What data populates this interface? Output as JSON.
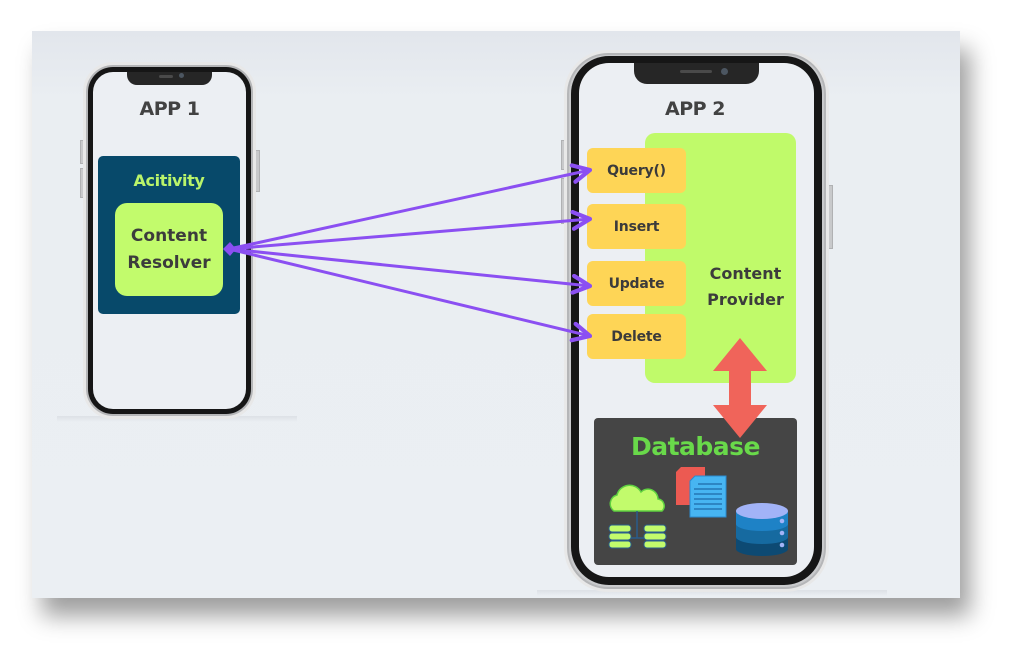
{
  "diagram": {
    "title": "Content Provider communication between two apps",
    "colors": {
      "background": "#ebeff3",
      "activity": "#07496a",
      "activity_label": "#b9f46a",
      "resolver": "#c2fb6c",
      "provider": "#c0fa6a",
      "operation": "#fed556",
      "arrow": "#8b4ff2",
      "db_arrow": "#f0645a",
      "database_bg": "#454545",
      "database_label": "#69d94a",
      "text_dark": "#3c3c3c"
    },
    "app1": {
      "title": "APP 1",
      "activity_label": "Acitivity",
      "resolver_lines": [
        "Content",
        "Resolver"
      ]
    },
    "app2": {
      "title": "APP 2",
      "provider_lines": [
        "Content",
        "Provider"
      ],
      "operations": [
        {
          "id": "query",
          "label": "Query()"
        },
        {
          "id": "insert",
          "label": "Insert"
        },
        {
          "id": "update",
          "label": "Update"
        },
        {
          "id": "delete",
          "label": "Delete"
        }
      ],
      "database": {
        "label": "Database",
        "icons": [
          "cloud-database-icon",
          "documents-icon",
          "database-server-icon"
        ]
      }
    },
    "connections": [
      {
        "from": "Content Resolver",
        "to": "Query()",
        "direction": "forward"
      },
      {
        "from": "Content Resolver",
        "to": "Insert",
        "direction": "forward"
      },
      {
        "from": "Content Resolver",
        "to": "Update",
        "direction": "forward"
      },
      {
        "from": "Content Resolver",
        "to": "Delete",
        "direction": "forward"
      },
      {
        "from": "Content Provider",
        "to": "Database",
        "direction": "bidirectional"
      }
    ]
  }
}
